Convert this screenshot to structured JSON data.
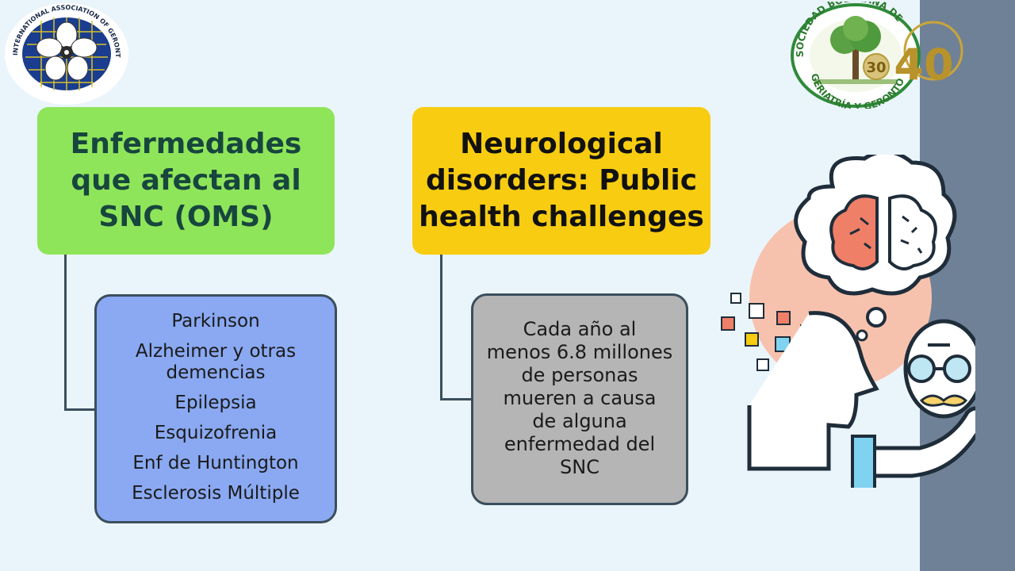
{
  "slide": {
    "left_heading": "Enfermedades\nque afectan al\nSNC (OMS)",
    "right_heading": "Neurological\ndisorders: Public\nhealth challenges",
    "diseases": [
      "Parkinson",
      "Alzheimer y otras\ndemencias",
      "Epilepsia",
      "Esquizofrenia",
      "Enf de Huntington",
      "Esclerosis Múltiple"
    ],
    "statistic": "Cada año al\nmenos 6.8 millones\nde personas\nmueren a causa\nde alguna\nenfermedad del\nSNC"
  },
  "logos": {
    "left_text": "INTERNATIONAL ASSOCIATION OF GERONTOLOGY AND GERIATRICS",
    "right_text_top": "SOCIEDAD BOLIVIANA DE",
    "right_text_bottom": "GERIATRÍA Y GERONTOLOGÍA",
    "right_badge_30": "30",
    "right_badge_40": "40"
  },
  "colors": {
    "background": "#eaf5fb",
    "green_box": "#8fe55a",
    "yellow_box": "#f8cc10",
    "blue_box": "#8aa9f2",
    "gray_box": "#b4b5b4",
    "right_bar": "#6f8196"
  },
  "icons": {
    "left_logo": "iagg-flower-logo",
    "right_logo": "sbgg-tree-logo",
    "illustration": "elderly-brain-illustration"
  }
}
